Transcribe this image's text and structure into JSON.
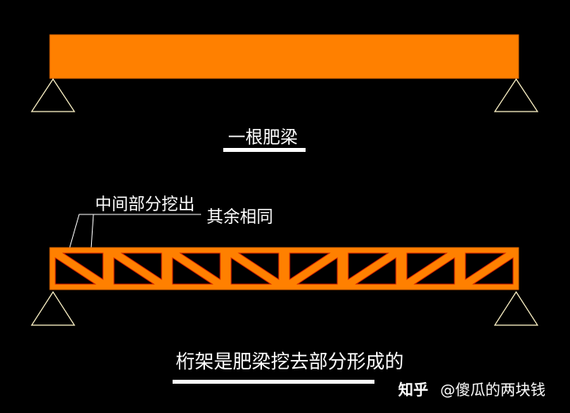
{
  "diagram": {
    "top_label": "一根肥梁",
    "annotation_middle": "中间部分挖出",
    "annotation_rest": "其余相同",
    "bottom_label": "桁架是肥梁挖去部分形成的"
  },
  "watermark": {
    "brand": "知乎",
    "handle": "@傻瓜的两块钱"
  },
  "colors": {
    "background": "#000000",
    "beam": "#ff8000",
    "truss_inner": "#cc1a00",
    "support": "#fff5c8",
    "text": "#ffffff"
  },
  "icons": {
    "left_support": "triangle-support-icon",
    "right_support": "triangle-support-icon"
  }
}
